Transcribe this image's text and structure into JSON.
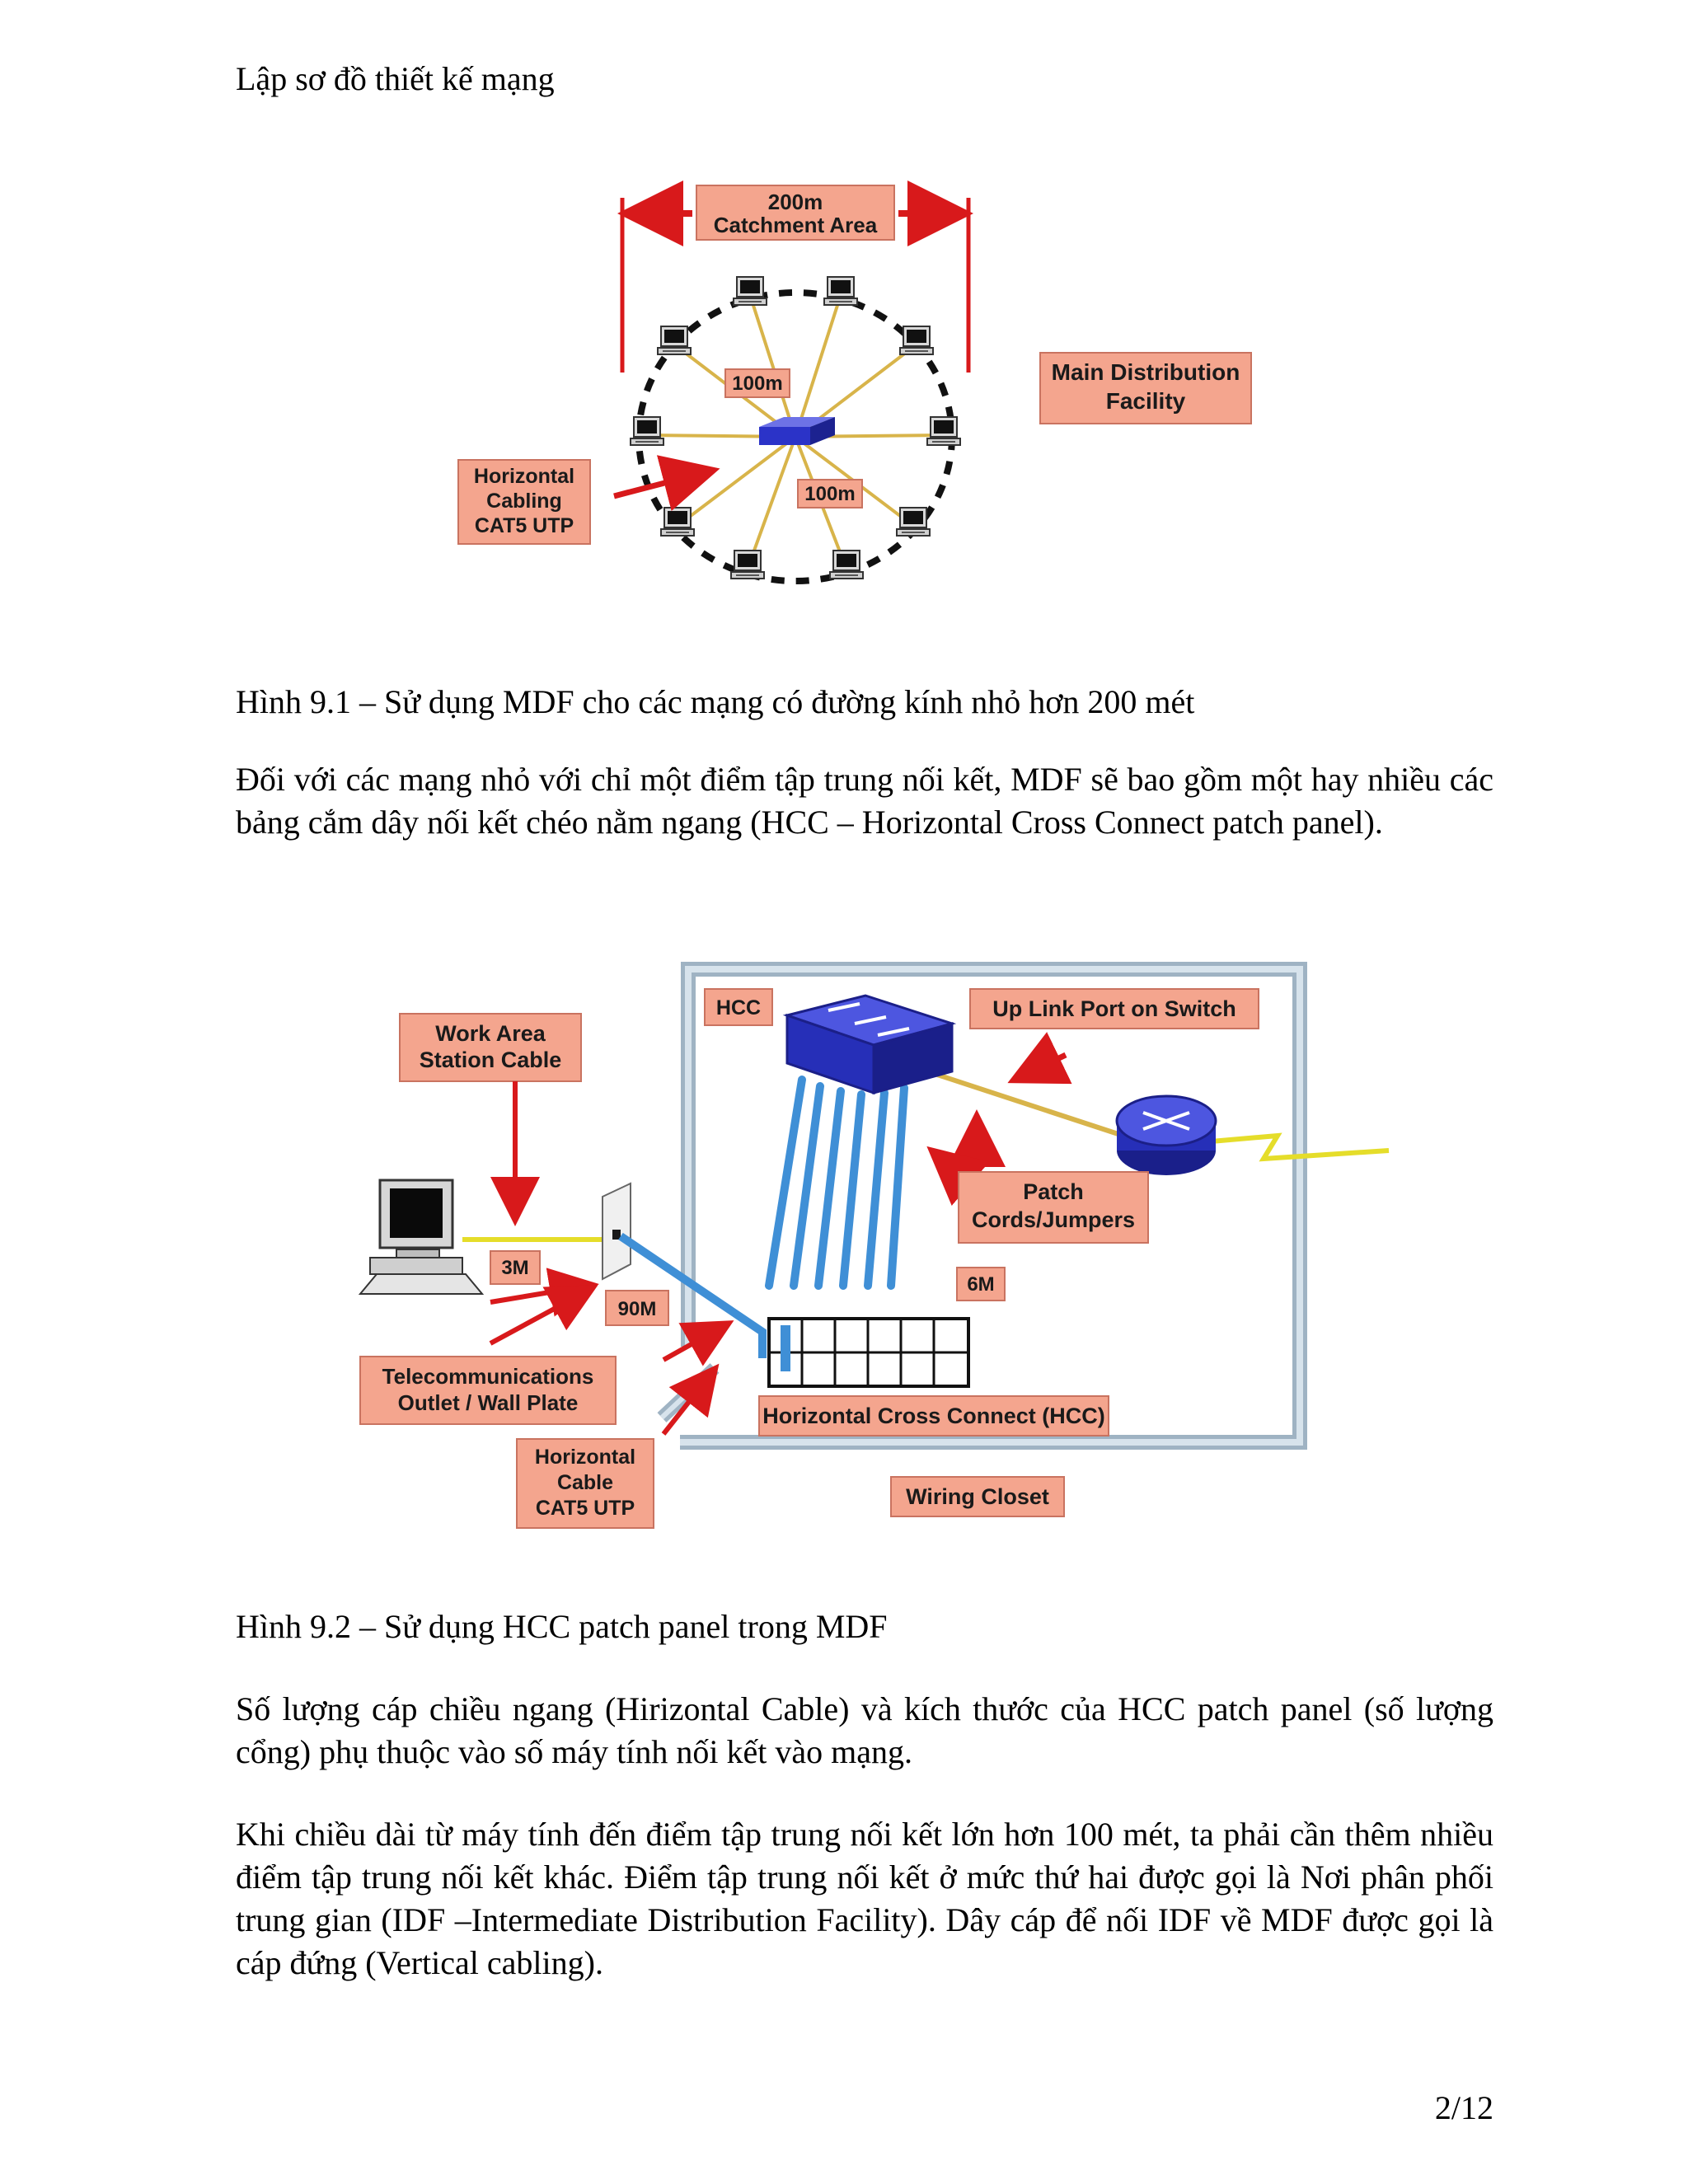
{
  "header": {
    "title": "Lập sơ đồ thiết kế mạng"
  },
  "figure1": {
    "labels": {
      "catchment_line1": "200m",
      "catchment_line2": "Catchment Area",
      "mdf_line1": "Main Distribution",
      "mdf_line2": "Facility",
      "dist_top": "100m",
      "dist_bottom": "100m",
      "horiz_line1": "Horizontal",
      "horiz_line2": "Cabling",
      "horiz_line3": "CAT5 UTP"
    },
    "caption": "Hình 9.1 – Sử dụng MDF cho các mạng có đường kính nhỏ hơn 200 mét"
  },
  "paragraph1": "Đối với các mạng nhỏ với chỉ một điểm tập trung nối kết, MDF sẽ bao gồm một hay nhiều các bảng cắm dây nối kết chéo nằm ngang (HCC – Horizontal Cross Connect patch panel).",
  "figure2": {
    "labels": {
      "hcc_tag": "HCC",
      "uplink": "Up Link Port on Switch",
      "work_line1": "Work Area",
      "work_line2": "Station Cable",
      "patch_line1": "Patch",
      "patch_line2": "Cords/Jumpers",
      "d3m": "3M",
      "d90m": "90M",
      "d6m": "6M",
      "telecom_line1": "Telecommunications",
      "telecom_line2": "Outlet / Wall Plate",
      "hcc_full": "Horizontal Cross Connect (HCC)",
      "hcable_line1": "Horizontal",
      "hcable_line2": "Cable",
      "hcable_line3": "CAT5 UTP",
      "closet": "Wiring Closet"
    },
    "caption": "Hình 9.2 – Sử dụng HCC patch panel trong MDF"
  },
  "paragraph2": "Số lượng cáp chiều ngang (Hirizontal Cable) và kích thước của HCC patch panel (số lượng cổng) phụ thuộc vào số máy tính nối kết vào mạng.",
  "paragraph3": "Khi chiều dài từ máy tính đến điểm tập trung nối kết lớn hơn 100 mét, ta phải cần thêm nhiều điểm tập trung nối kết khác. Điểm tập trung nối kết ở mức thứ hai được gọi là Nơi phân phối trung gian (IDF –Intermediate Distribution Facility). Dây cáp để nối IDF về MDF được gọi là cáp đứng (Vertical cabling).",
  "page_number": "2/12"
}
